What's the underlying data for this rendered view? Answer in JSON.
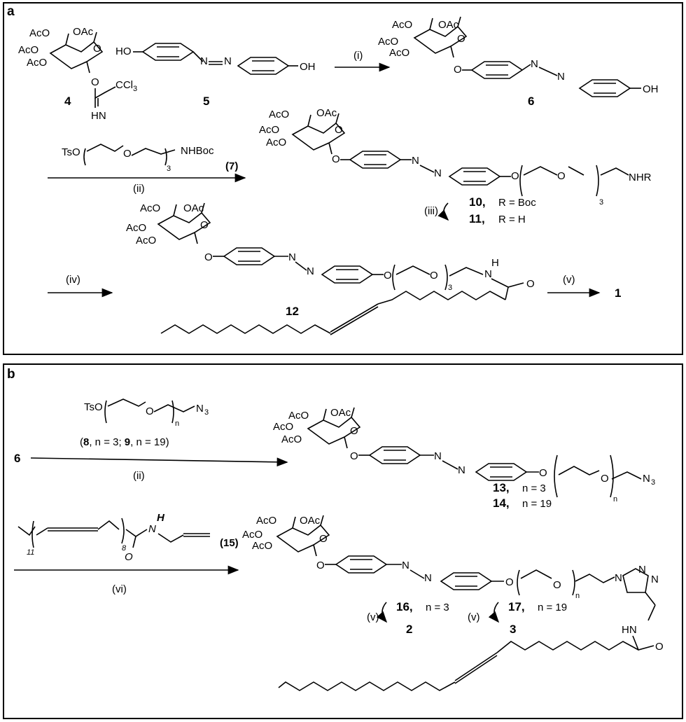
{
  "panel_a": {
    "tag": "a",
    "reagents": {
      "i": "(i)",
      "ii": "(ii)",
      "iii": "(iii)",
      "iv": "(iv)",
      "v": "(v)",
      "ts_peg_nhboc": "TsO",
      "nhboc": "NHBoc",
      "subscript_3": "3",
      "cmpd7_label": "(7)"
    },
    "compounds": {
      "c4": "4",
      "c5": "5",
      "c6": "6",
      "c10": "10,",
      "c10_r": "R = Boc",
      "c11": "11,",
      "c11_r": "R = H",
      "c12": "12",
      "c1": "1"
    },
    "atoms": {
      "aco": "AcO",
      "oac": "OAc",
      "o": "O",
      "ho": "HO",
      "oh": "OH",
      "n": "N",
      "ccl3": "CCl",
      "cl3_sub": "3",
      "hn": "HN",
      "nhr": "NHR",
      "h": "H"
    }
  },
  "panel_b": {
    "tag": "b",
    "reagents": {
      "ii": "(ii)",
      "vi": "(vi)",
      "v1": "(v)",
      "v2": "(v)",
      "ts": "TsO",
      "n3": "N",
      "n3_sub": "3",
      "subscript_n": "n",
      "cmpd89_label": "(8, n = 3; 9, n = 19)",
      "cmpd8": "8",
      "n_eq_3": ", n = 3; ",
      "cmpd9": "9",
      "n_eq_19": ", n = 19)",
      "open_paren": "(",
      "sub_11": "11",
      "sub_8": "8",
      "cmpd15": "(15)"
    },
    "compounds": {
      "c6": "6",
      "c13": "13,",
      "c13_n": "n = 3",
      "c14": "14,",
      "c14_n": "n = 19",
      "c16": "16,",
      "c16_n": "n = 3",
      "c17": "17,",
      "c17_n": "n = 19",
      "c2": "2",
      "c3": "3"
    },
    "atoms": {
      "aco": "AcO",
      "oac": "OAc",
      "o": "O",
      "n": "N",
      "h": "H",
      "hn": "HN"
    }
  }
}
